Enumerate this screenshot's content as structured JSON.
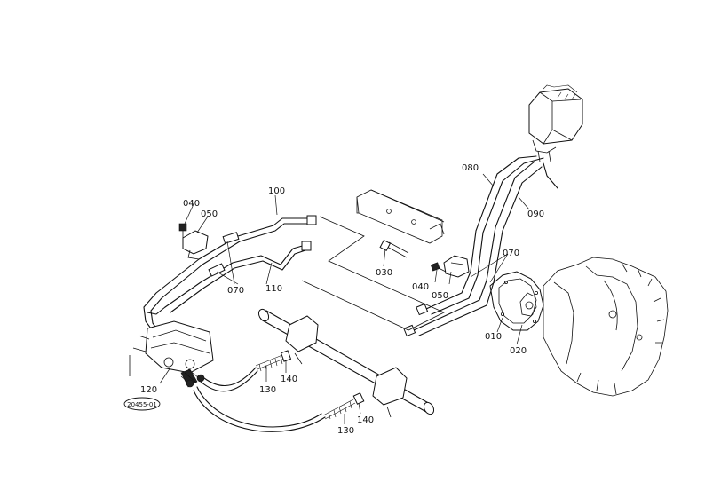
{
  "labels": {
    "p010": "010",
    "p020": "020",
    "p030": "030",
    "p040a": "040",
    "p040b": "040",
    "p050a": "050",
    "p050b": "050",
    "p070a": "070",
    "p070b": "070",
    "p080": "080",
    "p090": "090",
    "p100": "100",
    "p110": "110",
    "p120": "120",
    "p130a": "130",
    "p130b": "130",
    "p140a": "140",
    "p140b": "140"
  },
  "drawing_id": "20455-01"
}
